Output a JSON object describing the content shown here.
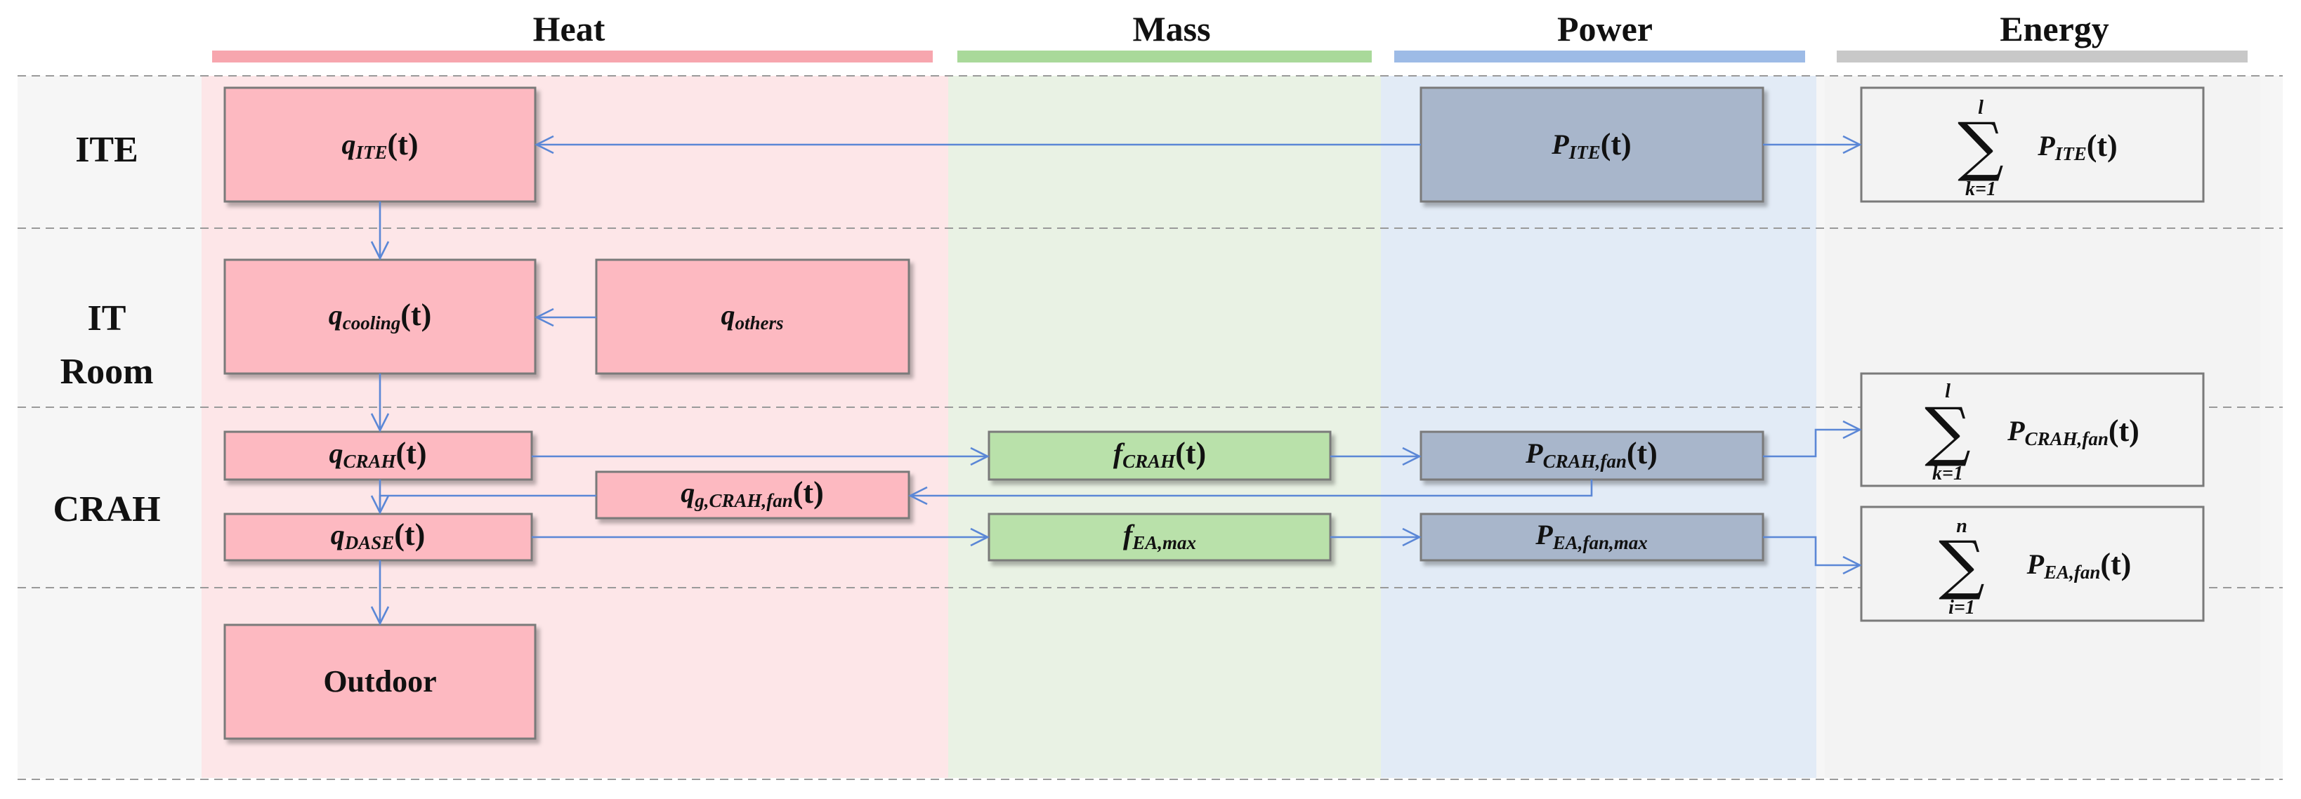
{
  "columns": {
    "heat": {
      "label": "Heat",
      "color": "#f7a6ae",
      "bg": "#fde6e8"
    },
    "mass": {
      "label": "Mass",
      "color": "#a9d99a",
      "bg": "#e9f2e4"
    },
    "power": {
      "label": "Power",
      "color": "#9dbbe6",
      "bg": "#e2ebf6"
    },
    "energy": {
      "label": "Energy",
      "color": "#c8c8c8",
      "bg": "#f3f3f3"
    }
  },
  "rows": {
    "ite": "ITE",
    "it_room_line1": "IT",
    "it_room_line2": "Room",
    "crah": "CRAH"
  },
  "nodes": {
    "q_ite": {
      "sym": "q",
      "sub": "ITE",
      "arg": "(t)"
    },
    "q_cooling": {
      "sym": "q",
      "sub": "cooling",
      "arg": "(t)"
    },
    "q_others": {
      "sym": "q",
      "sub": "others",
      "arg": ""
    },
    "q_crah": {
      "sym": "q",
      "sub": "CRAH",
      "arg": "(t)"
    },
    "q_g_crah_fan": {
      "sym": "q",
      "sub": "g,CRAH,fan",
      "arg": "(t)"
    },
    "q_dase": {
      "sym": "q",
      "sub": "DASE",
      "arg": "(t)"
    },
    "outdoor": "Outdoor",
    "f_crah": {
      "sym": "f",
      "sub": "CRAH",
      "arg": "(t)"
    },
    "f_ea_max": {
      "sym": "f",
      "sub": "EA,max",
      "arg": ""
    },
    "p_ite": {
      "sym": "P",
      "sub": "ITE",
      "arg": "(t)"
    },
    "p_crah_fan": {
      "sym": "P",
      "sub": "CRAH,fan",
      "arg": "(t)"
    },
    "p_ea_fan_max": {
      "sym": "P",
      "sub": "EA,fan,max",
      "arg": ""
    }
  },
  "energy": {
    "e_ite": {
      "upper": "l",
      "lower": "k=1",
      "sym": "P",
      "sub": "ITE",
      "arg": "(t)"
    },
    "e_crah_fan": {
      "upper": "l",
      "lower": "k=1",
      "sym": "P",
      "sub": "CRAH,fan",
      "arg": "(t)"
    },
    "e_ea_fan": {
      "upper": "n",
      "lower": "i=1",
      "sym": "P",
      "sub": "EA,fan",
      "arg": "(t)"
    }
  },
  "colors": {
    "heat_box": "#fdb9c1",
    "mass_box": "#b9e1aa",
    "power_box": "#a8b6cb",
    "energy_box": "#f3f3f3",
    "arrow": "#5b87d6"
  }
}
